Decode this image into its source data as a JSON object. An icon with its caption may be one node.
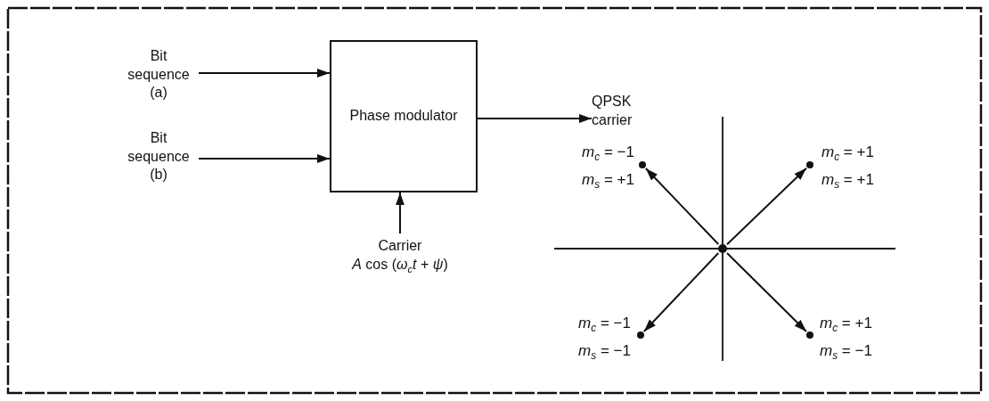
{
  "diagram": {
    "nodes": [
      {
        "text": [
          "Bit sequence (a)"
        ]
      },
      {
        "text": [
          "Bit sequence (b)"
        ]
      },
      {
        "text": [
          "Phase modulator"
        ]
      },
      {
        "text": [
          "QPSK carrier"
        ]
      },
      {
        "text": [
          "Carrier",
          "*A* cos (*ω*$_{c}$*t* + *ψ*)"
        ]
      },
      {
        "text": [],
        "shape": "circle"
      },
      {
        "text": [],
        "shape": "circle",
        "beside": [
          "*m*$_{c}$ = −1",
          "*m*$_{s}$ = +1"
        ]
      },
      {
        "text": [],
        "shape": "circle",
        "beside": [
          "*m*$_{c}$ = +1",
          "*m*$_{s}$ = +1"
        ]
      },
      {
        "text": [],
        "shape": "circle",
        "beside": [
          "*m*$_{c}$ = −1",
          "*m*$_{s}$ = −1"
        ]
      },
      {
        "text": [],
        "shape": "circle",
        "beside": [
          "*m*$_{c}$ = +1",
          "*m*$_{s}$ = −1"
        ]
      }
    ],
    "edges": [
      {
        "from": 0,
        "to": 2,
        "arrow": "to"
      },
      {
        "from": 1,
        "to": 2,
        "arrow": "to"
      },
      {
        "from": 2,
        "to": 3,
        "arrow": "to"
      },
      {
        "from": 4,
        "to": 2,
        "arrow": "to"
      },
      {
        "from": 5,
        "to": 6,
        "arrow": "to"
      },
      {
        "from": 5,
        "to": 7,
        "arrow": "to"
      },
      {
        "from": 5,
        "to": 8,
        "arrow": "to"
      },
      {
        "from": 5,
        "to": 9,
        "arrow": "to"
      }
    ]
  }
}
